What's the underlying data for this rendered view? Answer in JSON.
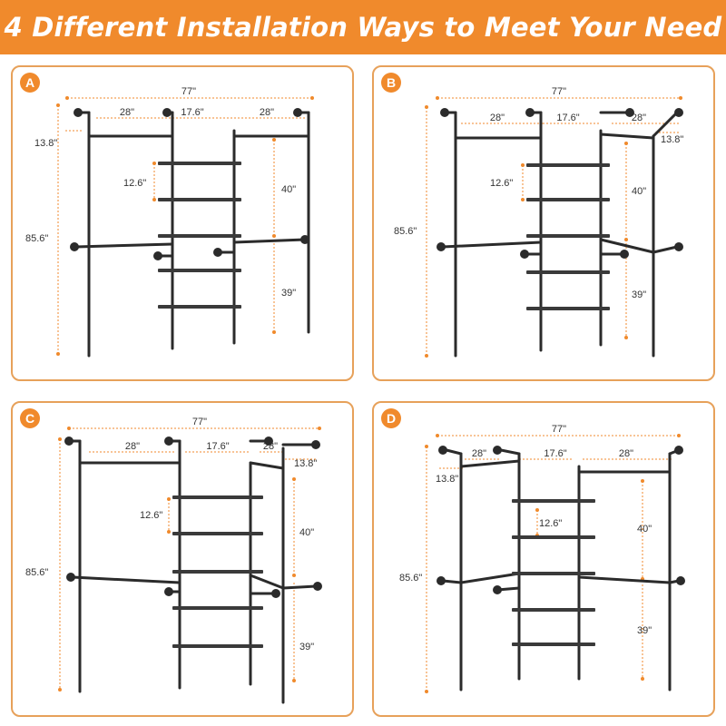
{
  "header": {
    "title": "4 Different Installation Ways to Meet Your Need",
    "color": "#f08a2c"
  },
  "colors": {
    "accent": "#f08a2c",
    "pipe": "#2b2b2b",
    "shelf": "#3a3a3a",
    "panel_border": "#e7a15a"
  },
  "panels": [
    {
      "badge": "A",
      "dims": {
        "total_width": "77\"",
        "left_bay": "28\"",
        "middle_bay": "17.6\"",
        "right_bay": "28\"",
        "depth": "13.8\"",
        "height": "85.6\"",
        "shelf_gap": "12.6\"",
        "upper_height": "40\"",
        "lower_height": "39\""
      }
    },
    {
      "badge": "B",
      "dims": {
        "total_width": "77\"",
        "left_bay": "28\"",
        "middle_bay": "17.6\"",
        "right_bay": "28\"",
        "depth": "13.8\"",
        "height": "85.6\"",
        "shelf_gap": "12.6\"",
        "upper_height": "40\"",
        "lower_height": "39\""
      }
    },
    {
      "badge": "C",
      "dims": {
        "total_width": "77\"",
        "left_bay": "28\"",
        "middle_bay": "17.6\"",
        "right_bay": "28\"",
        "depth": "13.8\"",
        "height": "85.6\"",
        "shelf_gap": "12.6\"",
        "upper_height": "40\"",
        "lower_height": "39\""
      }
    },
    {
      "badge": "D",
      "dims": {
        "total_width": "77\"",
        "left_bay": "28\"",
        "middle_bay": "17.6\"",
        "right_bay": "28\"",
        "depth": "13.8\"",
        "height": "85.6\"",
        "shelf_gap": "12.6\"",
        "upper_height": "40\"",
        "lower_height": "39\""
      }
    }
  ]
}
